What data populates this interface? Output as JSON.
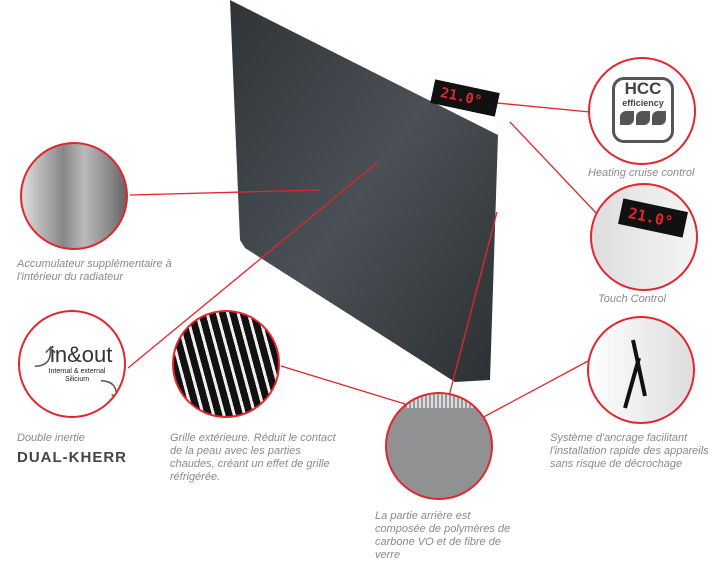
{
  "display_temperature": "21.0°",
  "logos": {
    "hcc_top": "HCC",
    "hcc_bottom": "efficiency",
    "inout_main": "in&out",
    "inout_sub1": "Internal & external",
    "inout_sub2": "Silicium",
    "dual_kherr": "DUAL-KHERR"
  },
  "captions": {
    "accumulateur": "Accumulateur supplémentaire à l'intérieur du radiateur",
    "double_inertie": "Double inertie",
    "grille": "Grille extérieure. Réduit le contact de la peau avec les parties chaudes, créant un effet de grille réfrigérée.",
    "arriere": "La partie arrière est composée de polymères de carbone VO et de fibre de verre",
    "ancrage": "Système d'ancrage facilitant l'installation rapide des appareils sans risque de décrochage",
    "hcc": "Heating cruise control",
    "touch": "Touch Control"
  },
  "colors": {
    "accent": "#e3262d",
    "panel": "#3a3f44",
    "caption": "#8a8a8a"
  }
}
